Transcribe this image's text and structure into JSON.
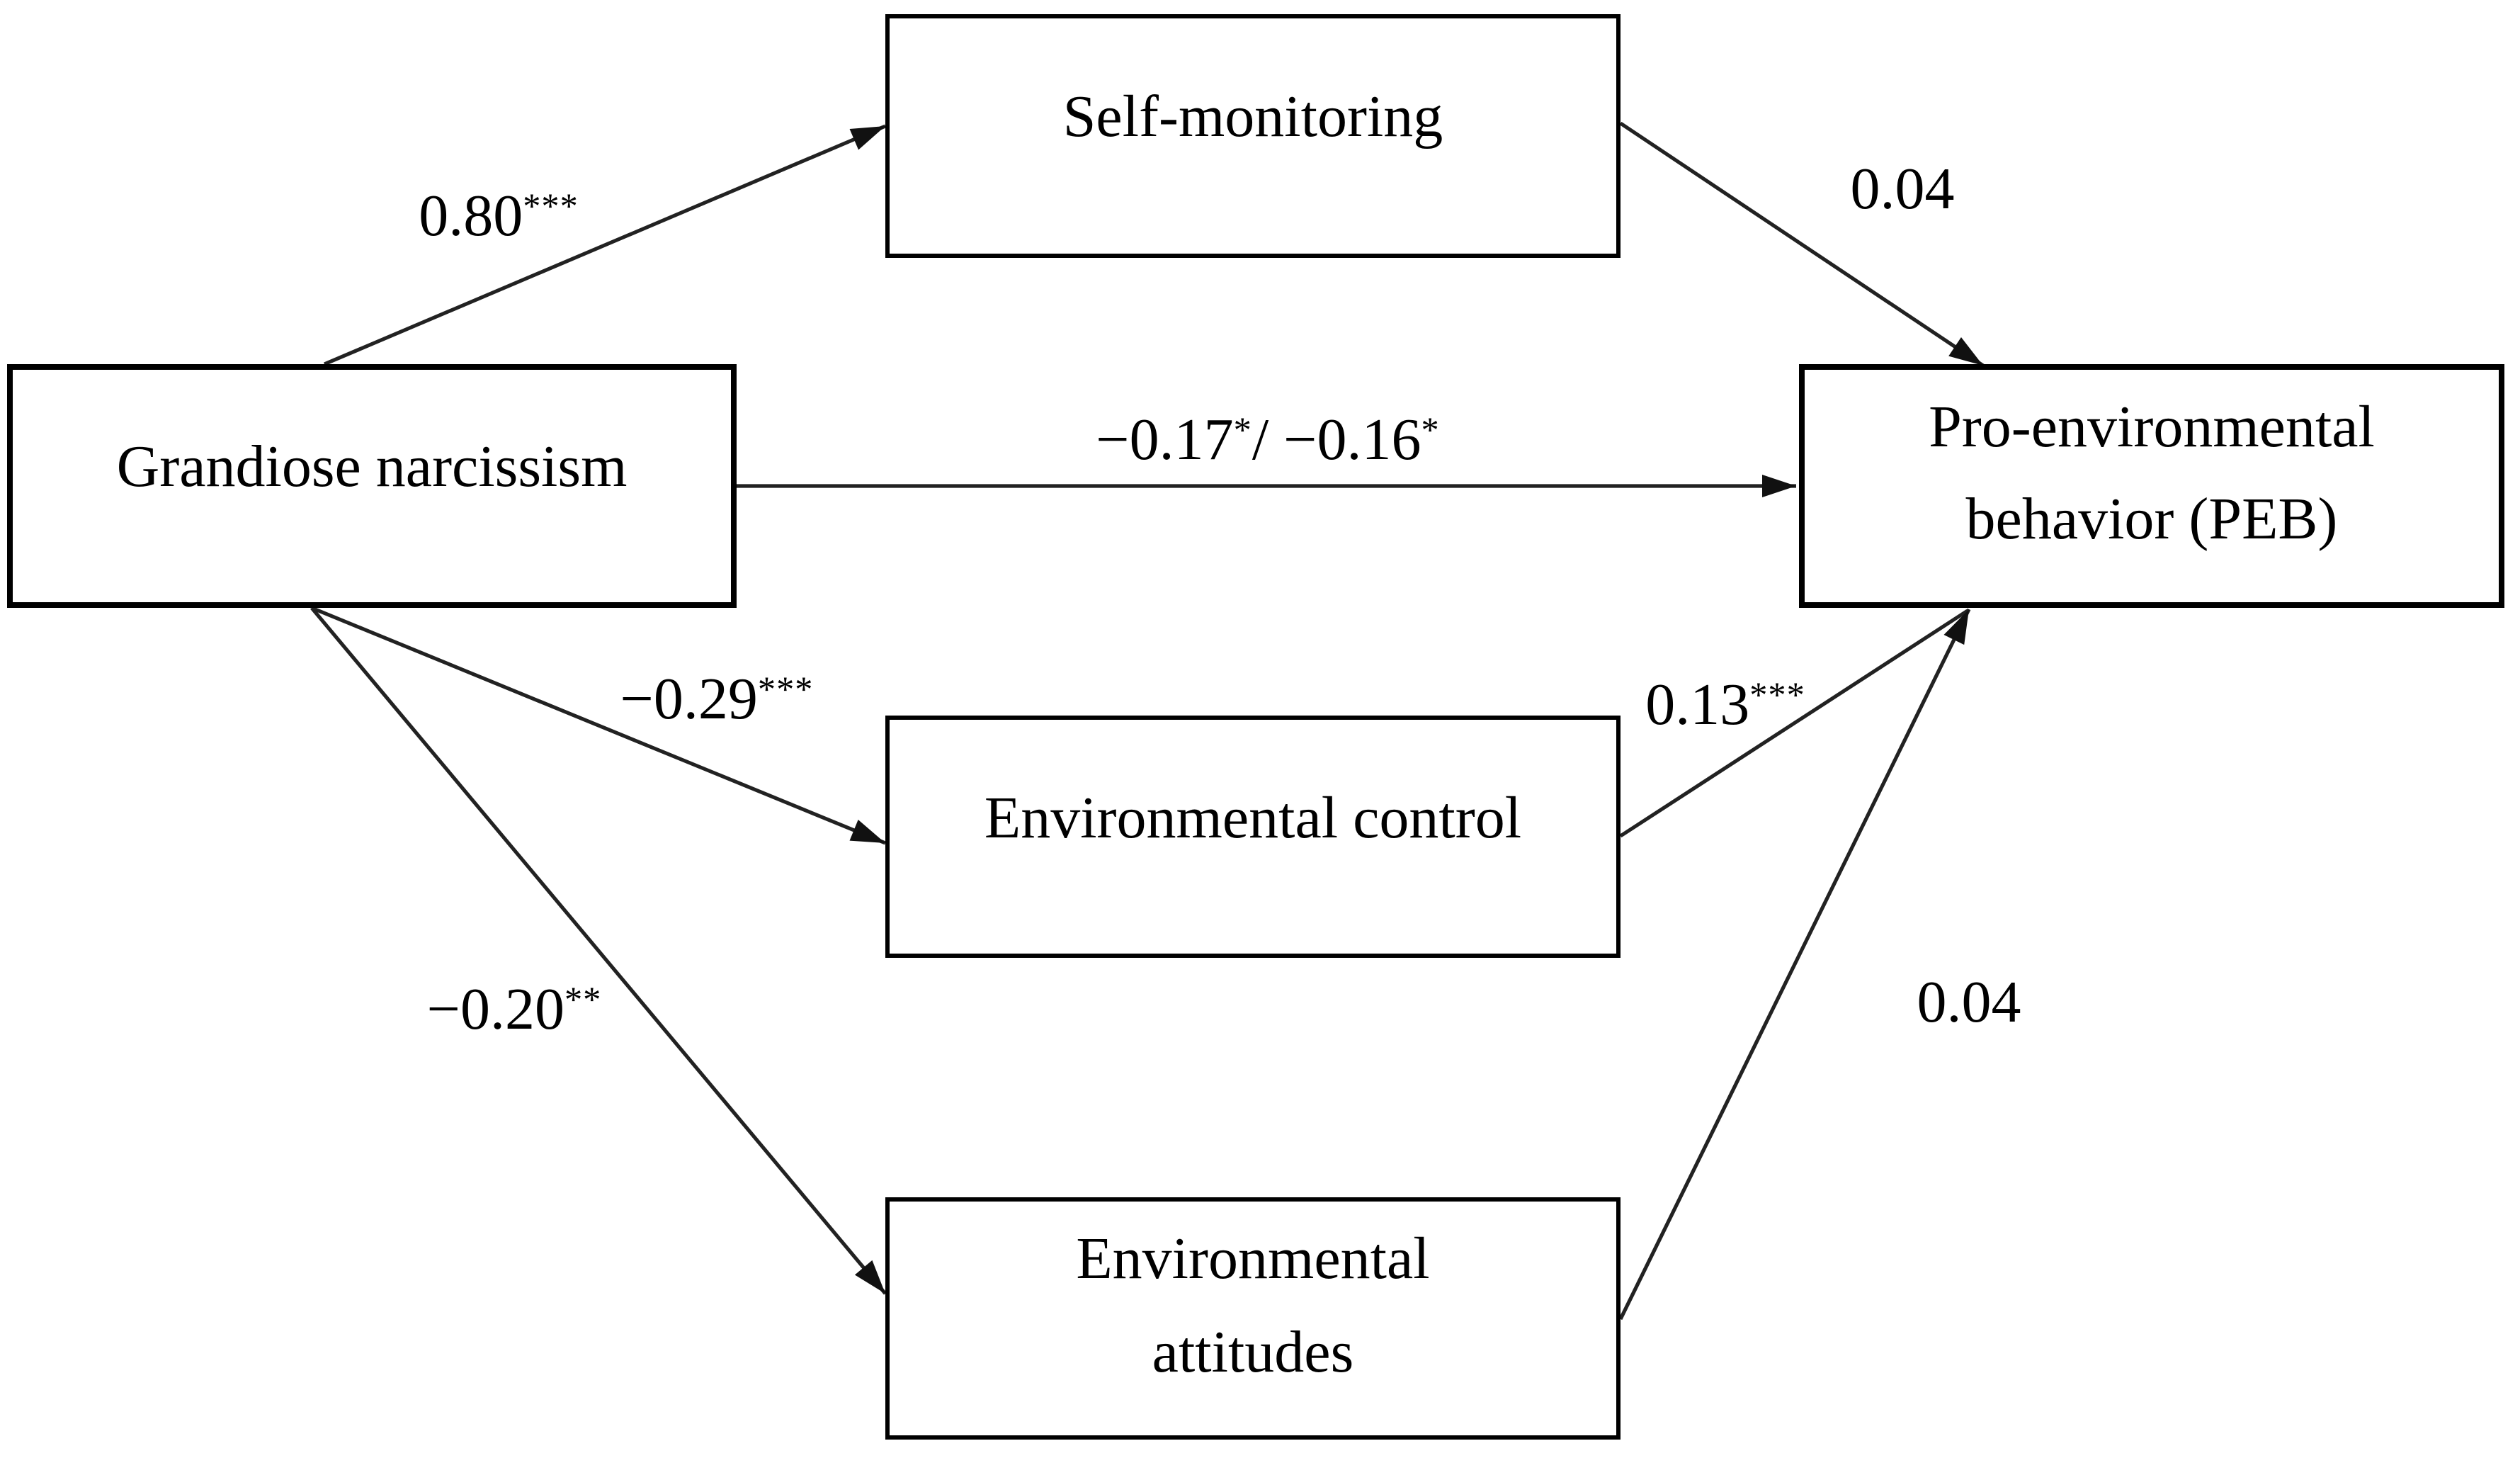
{
  "diagram": {
    "type": "path-model",
    "background_color": "#ffffff",
    "line_color": "#222222",
    "box_border_color": "#000000",
    "text_color": "#000000"
  },
  "nodes": {
    "grandiose_narcissism": {
      "label": "Grandiose narcissism"
    },
    "self_monitoring": {
      "label": "Self-monitoring"
    },
    "environmental_control": {
      "label": "Environmental control"
    },
    "environmental_attitudes": {
      "line1": "Environmental",
      "line2": "attitudes"
    },
    "peb": {
      "line1": "Pro-environmental",
      "line2": "behavior (PEB)"
    }
  },
  "edges": {
    "gn_sm": {
      "from": "Grandiose narcissism",
      "to": "Self-monitoring",
      "value": "0.80",
      "stars": "***"
    },
    "gn_peb": {
      "from": "Grandiose narcissism",
      "to": "Pro-environmental behavior (PEB)",
      "value1": "−0.17",
      "stars1": "*",
      "separator": "/ ",
      "value2": "−0.16",
      "stars2": "*"
    },
    "gn_ec": {
      "from": "Grandiose narcissism",
      "to": "Environmental control",
      "value": "−0.29",
      "stars": "***"
    },
    "gn_ea": {
      "from": "Grandiose narcissism",
      "to": "Environmental attitudes",
      "value": "−0.20",
      "stars": "**"
    },
    "sm_peb": {
      "from": "Self-monitoring",
      "to": "Pro-environmental behavior (PEB)",
      "value": "0.04",
      "stars": ""
    },
    "ec_peb": {
      "from": "Environmental control",
      "to": "Pro-environmental behavior (PEB)",
      "value": "0.13",
      "stars": "***"
    },
    "ea_peb": {
      "from": "Environmental attitudes",
      "to": "Pro-environmental behavior (PEB)",
      "value": "0.04",
      "stars": ""
    }
  }
}
